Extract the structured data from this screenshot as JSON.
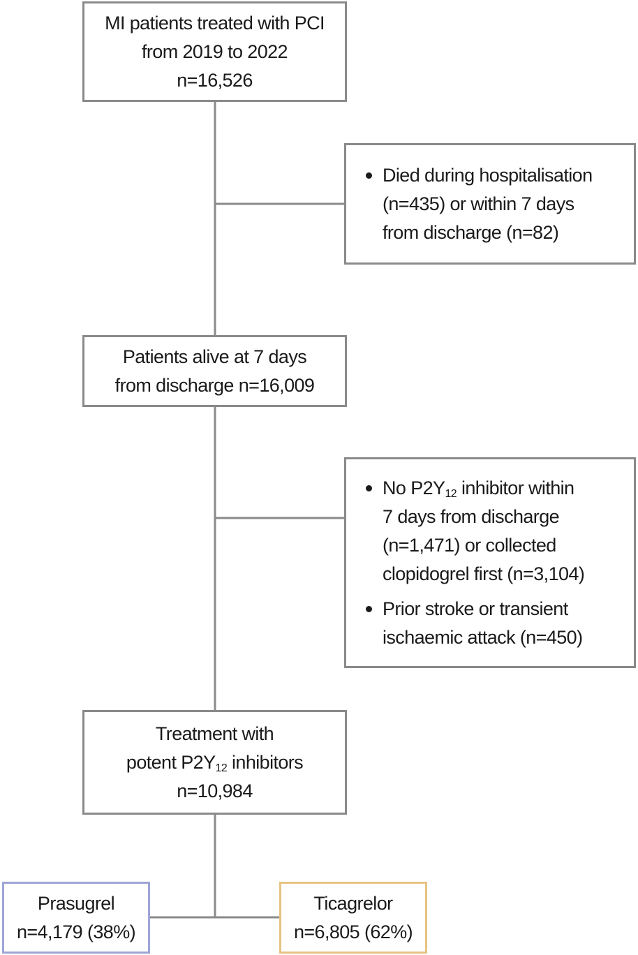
{
  "boxes": {
    "initial": {
      "lines": [
        "MI patients treated with PCI",
        "from 2019 to 2022",
        "n=16,526"
      ]
    },
    "exclusion1": {
      "bullets": [
        {
          "lines": [
            "Died during hospitalisation",
            "(n=435) or within 7 days",
            "from discharge (n=82)"
          ]
        }
      ]
    },
    "alive": {
      "lines": [
        "Patients alive at 7 days",
        "from discharge n=16,009"
      ]
    },
    "exclusion2": {
      "bullets": [
        {
          "lines": [
            "No P2Y",
            "12",
            " inhibitor within",
            "7 days from discharge",
            "(n=1,471) or collected",
            "clopidogrel first (n=3,104)"
          ]
        },
        {
          "lines": [
            "Prior stroke or transient",
            "ischaemic attack (n=450)"
          ]
        }
      ]
    },
    "treatment": {
      "lines": [
        "Treatment with",
        "potent P2Y",
        "12",
        " inhibitors",
        "n=10,984"
      ]
    },
    "prasugrel": {
      "lines": [
        "Prasugrel",
        "n=4,179 (38%)"
      ],
      "border_color": "#9ea6d6"
    },
    "ticagrelor": {
      "lines": [
        "Ticagrelor",
        "n=6,805 (62%)"
      ],
      "border_color": "#e6c283"
    }
  },
  "colors": {
    "box_border": "#8a8a8a",
    "connector": "#8a8a8a",
    "text": "#1a1a1a"
  }
}
